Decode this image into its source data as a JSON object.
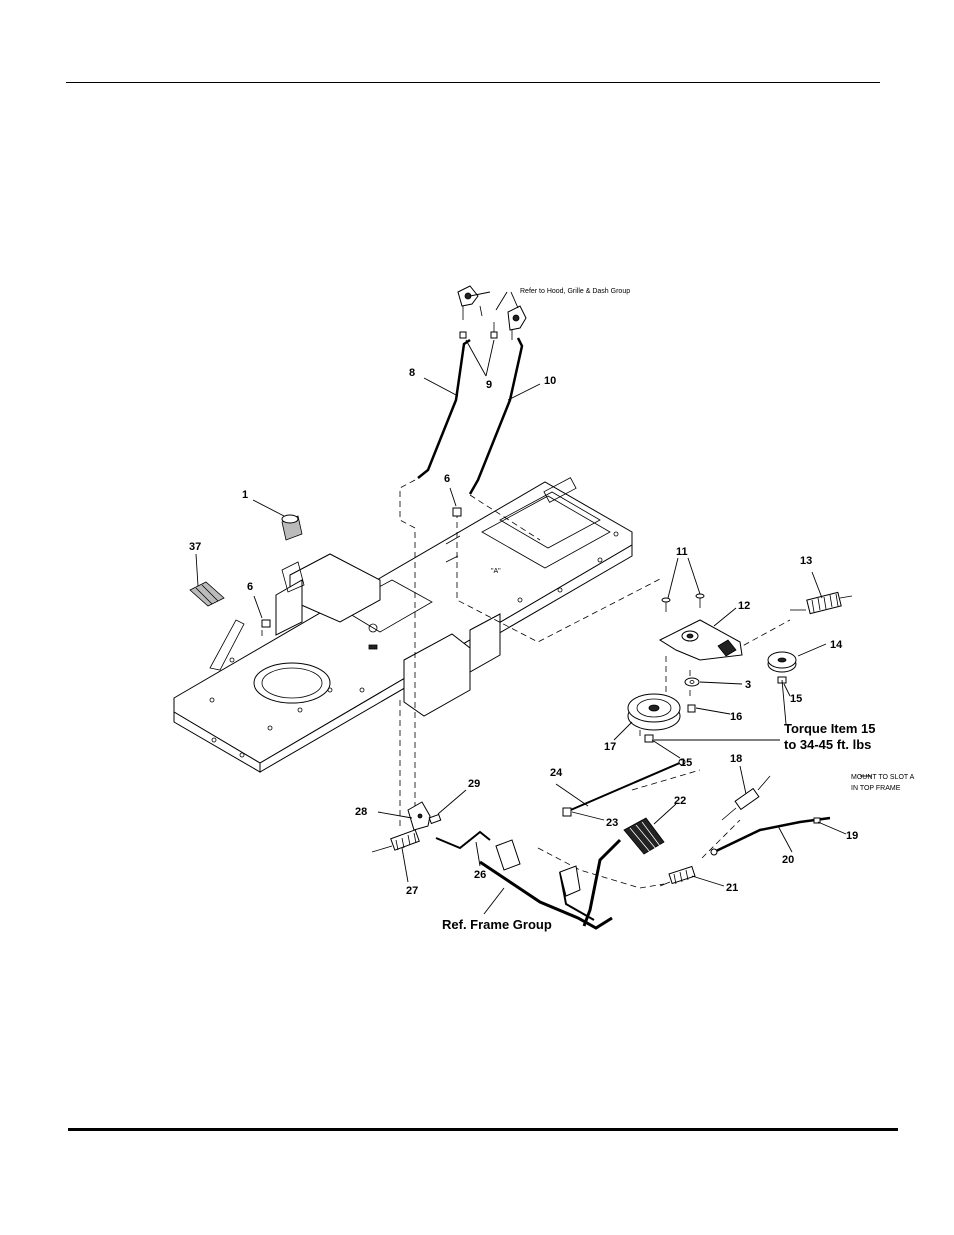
{
  "notes": {
    "refer_hood": "Refer to Hood, Grille & Dash Group",
    "mount_slot_line1": "MOUNT TO SLOT A",
    "mount_slot_line2": "IN TOP FRAME",
    "slot_a": "\"A\"",
    "torque_line1": "Torque Item 15",
    "torque_line2": "to 34-45 ft. lbs",
    "ref_frame": "Ref. Frame Group"
  },
  "callouts": {
    "c1": "1",
    "c3": "3",
    "c6a": "6",
    "c6b": "6",
    "c8": "8",
    "c9": "9",
    "c10": "10",
    "c11": "11",
    "c12": "12",
    "c13": "13",
    "c14": "14",
    "c15a": "15",
    "c15b": "15",
    "c16": "16",
    "c17": "17",
    "c18": "18",
    "c19": "19",
    "c20": "20",
    "c21": "21",
    "c22": "22",
    "c23": "23",
    "c24": "24",
    "c26": "26",
    "c27": "27",
    "c28": "28",
    "c29": "29",
    "c37": "37"
  }
}
